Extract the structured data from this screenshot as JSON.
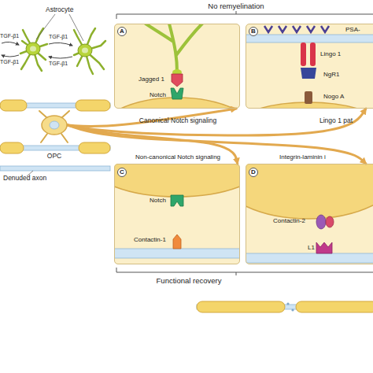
{
  "diagram": {
    "nodes": [
      {
        "text": [
          "OPC"
        ]
      },
      {
        "text": [
          "A",
          "Jagged 1",
          "Notch",
          "Canonical Notch signaling"
        ]
      },
      {
        "text": [
          "B",
          "PSA-",
          "Lingo 1",
          "NgR1",
          "Nogo A",
          "Lingo 1 pat"
        ]
      },
      {
        "text": [
          "C",
          "Non-canonical Notch signaling",
          "Notch",
          "Contactin-1"
        ]
      },
      {
        "text": [
          "D",
          "Integrin-laminin i",
          "Contactin-2",
          "L1"
        ]
      }
    ],
    "edges": [
      {
        "from": 0,
        "to": 1,
        "arrow": "to"
      },
      {
        "from": 0,
        "to": 2,
        "arrow": "to"
      },
      {
        "from": 0,
        "to": 3,
        "arrow": "to"
      },
      {
        "from": 0,
        "to": 4,
        "arrow": "to"
      }
    ],
    "labels": [
      "Astrocyte",
      "TGF-β1",
      "TGF-β1",
      "TGF-β1",
      "TGF-β1",
      "Denuded axon",
      "No remyelination",
      "Functional recovery"
    ]
  }
}
